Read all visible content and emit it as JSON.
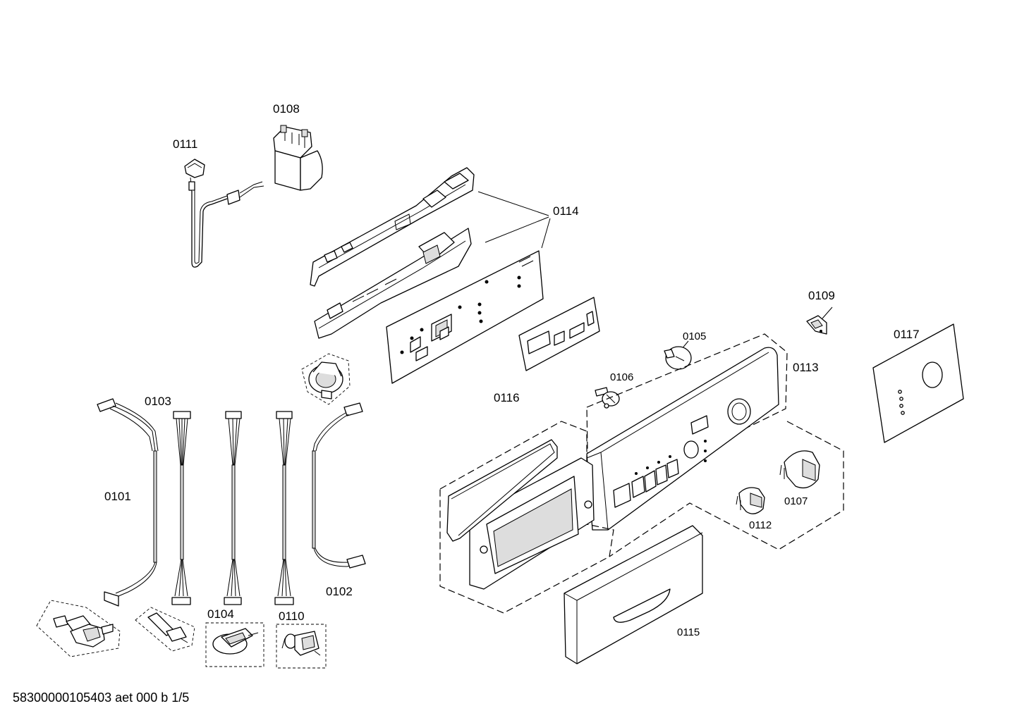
{
  "diagram": {
    "labels": {
      "p0101": "0101",
      "p0102": "0102",
      "p0103": "0103",
      "p0104": "0104",
      "p0105": "0105",
      "p0106": "0106",
      "p0107": "0107",
      "p0108": "0108",
      "p0109": "0109",
      "p0110": "0110",
      "p0111": "0111",
      "p0112": "0112",
      "p0113": "0113",
      "p0114": "0114",
      "p0115": "0115",
      "p0116": "0116",
      "p0117": "0117"
    },
    "footer": "58300000105403 aet 000 b 1/5"
  }
}
